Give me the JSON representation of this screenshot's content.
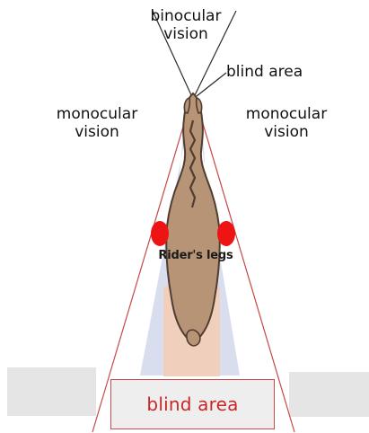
{
  "diagram": {
    "labels": {
      "binocular_line1": "binocular",
      "binocular_line2": "vision",
      "blind_area_top": "blind area",
      "monocular_left_line1": "monocular",
      "monocular_left_line2": "vision",
      "monocular_right_line1": "monocular",
      "monocular_right_line2": "vision",
      "riders_legs": "Rider's legs",
      "blind_area_bottom": "blind area"
    },
    "colors": {
      "field_outer": "#d9deef",
      "field_inner": "#f2dfd8",
      "rear_blind": "#f0cfbd",
      "horse_body": "#b89476",
      "horse_outline": "#4f3d31",
      "rider_legs": "#ef1414",
      "guide_lines": "#c74747",
      "ground_bars": "#e5e5e5"
    }
  }
}
